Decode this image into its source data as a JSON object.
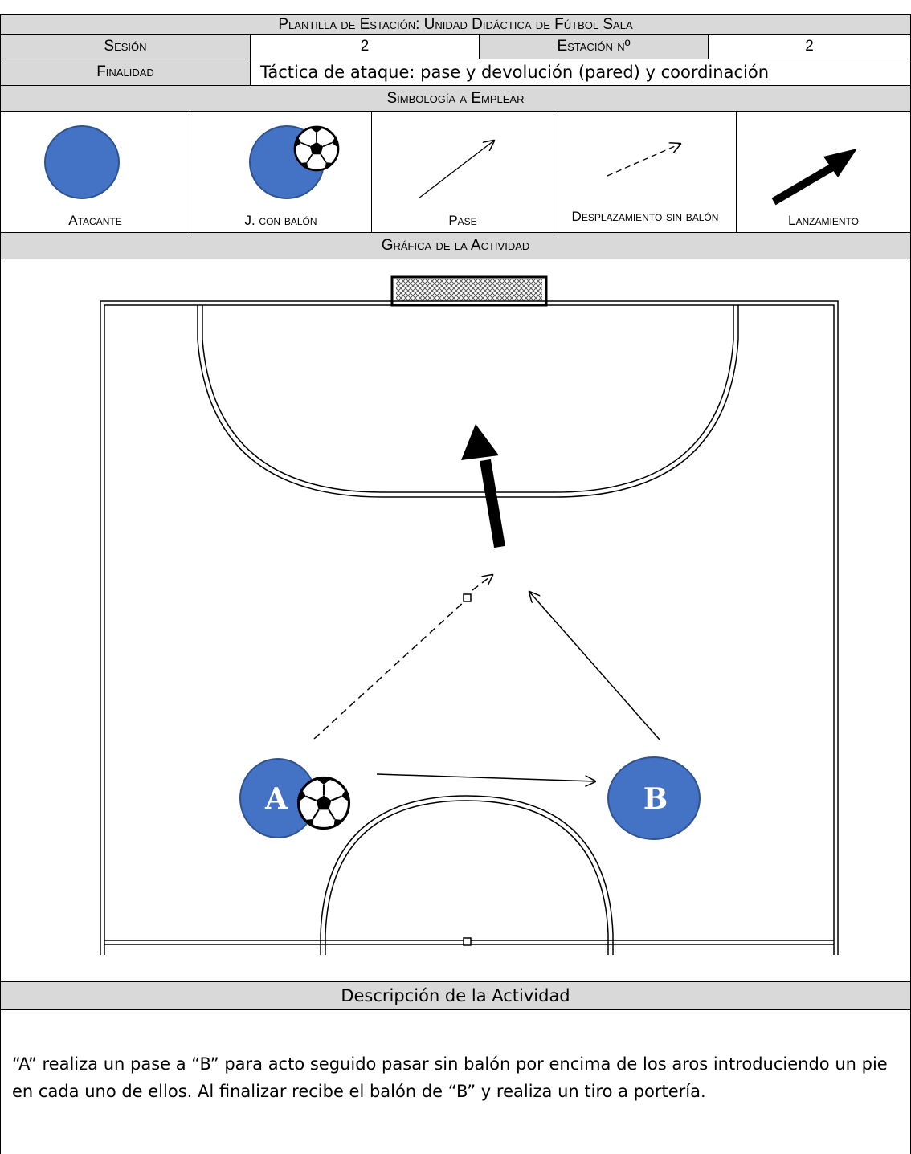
{
  "template": {
    "title": "Plantilla de Estación: Unidad Didáctica de Fútbol Sala",
    "session_label": "Sesión",
    "session_value": "2",
    "station_label": "Estación nº",
    "station_value": "2",
    "purpose_label": "Finalidad",
    "purpose_value": "Táctica de ataque: pase y devolución (pared) y coordinación",
    "symbols_header": "Simbología a Emplear",
    "symbols": [
      {
        "label": "Atacante",
        "icon": "attacker-icon"
      },
      {
        "label": "J. con balón",
        "icon": "player-with-ball-icon"
      },
      {
        "label": "Pase",
        "icon": "pass-arrow-icon"
      },
      {
        "label": "Desplazamiento sin balón",
        "icon": "dashed-move-arrow-icon"
      },
      {
        "label": "Lanzamiento",
        "icon": "shot-arrow-icon"
      }
    ],
    "graphic_header": "Gráfica de la Actividad",
    "graphic": {
      "player_a": "A",
      "player_b": "B"
    },
    "description_header": "Descripción de la Actividad",
    "description_text": "“A” realiza un pase a “B” para acto seguido pasar sin balón por encima de los aros introduciendo un pie en cada uno de ellos. Al finalizar recibe el balón de “B” y realiza un tiro a portería.",
    "colors": {
      "header_gray": "#d9d9d9",
      "player_blue": "#4472c4"
    }
  }
}
